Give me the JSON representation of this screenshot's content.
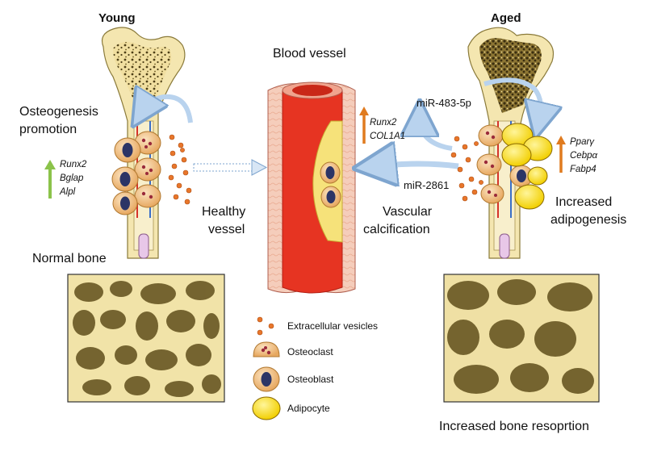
{
  "titles": {
    "young": "Young",
    "aged": "Aged",
    "blood_vessel": "Blood vessel"
  },
  "left": {
    "process_line1": "Osteogenesis",
    "process_line2": "promotion",
    "genes": [
      "Runx2",
      "Bglap",
      "Alpl"
    ],
    "gene_arrow_color": "#8bc34a",
    "bone_label": "Normal bone"
  },
  "center": {
    "healthy_line1": "Healthy",
    "healthy_line2": "vessel",
    "vascular_line1": "Vascular",
    "vascular_line2": "calcification",
    "genes": [
      "Runx2",
      "COL1A1"
    ],
    "gene_arrow_color": "#e07b1f",
    "mirnas": [
      "miR-483-5p",
      "miR-2861"
    ]
  },
  "right": {
    "genes": [
      "Pparγ",
      "Cebpα",
      "Fabp4"
    ],
    "gene_arrow_color": "#e07b1f",
    "process_line1": "Increased",
    "process_line2": "adipogenesis",
    "bone_label": "Increased bone resoprtion"
  },
  "legend": [
    {
      "label": "Extracellular vesicles",
      "icon": "vesicle-icon"
    },
    {
      "label": "Osteoclast",
      "icon": "osteoclast-icon"
    },
    {
      "label": "Osteoblast",
      "icon": "osteoblast-icon"
    },
    {
      "label": "Adipocyte",
      "icon": "adipocyte-icon"
    }
  ],
  "colors": {
    "bone": "#f4e6b0",
    "marrow_dots": "#5a4a1e",
    "vessel_lumen": "#e63422",
    "vessel_wall": "#f3c9b6",
    "plaque": "#f6e27a",
    "vesicle": "#e8762b",
    "osteoblast_nucleus": "#2c3566",
    "adipocyte": "#ffe000",
    "arrow_blue": "#b9d3ee",
    "trabecular_bg": "#6a5a2a",
    "trabecular_fg": "#e8d89a"
  }
}
